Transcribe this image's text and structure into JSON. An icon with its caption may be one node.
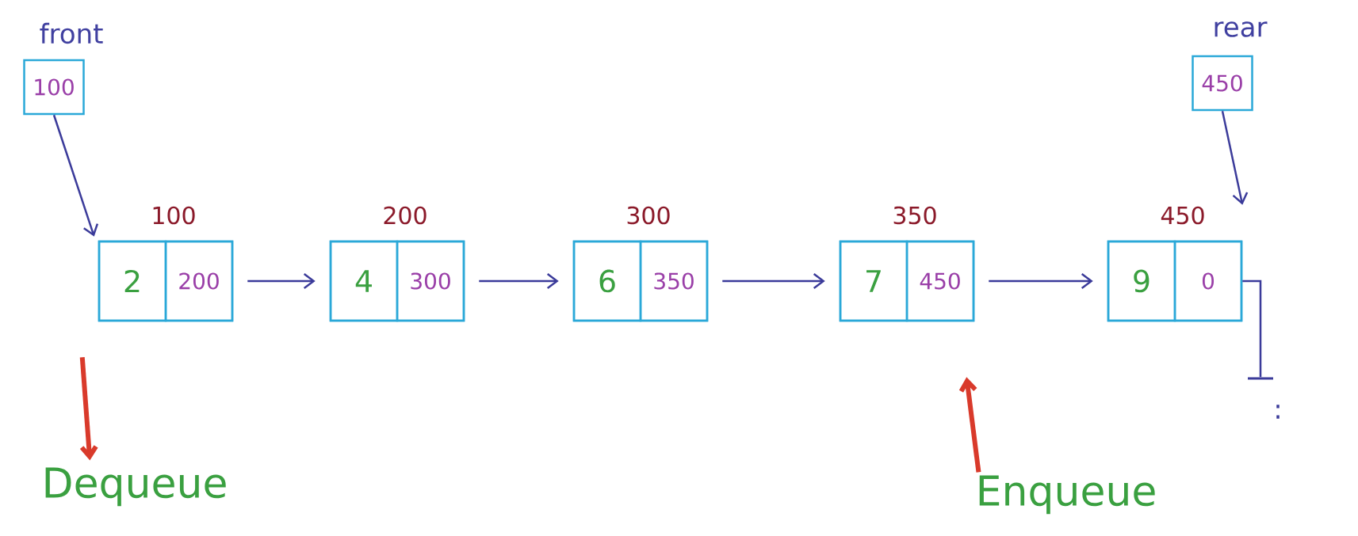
{
  "diagram": {
    "nodes": [
      {
        "text": [
          "front",
          "100"
        ]
      },
      {
        "text": [
          "rear",
          "450"
        ]
      },
      {
        "text": [
          "100"
        ]
      },
      {
        "text": [
          "2"
        ],
        "in": 2
      },
      {
        "text": [
          "200"
        ],
        "in": 2
      },
      {
        "text": [
          "200"
        ]
      },
      {
        "text": [
          "4"
        ],
        "in": 5
      },
      {
        "text": [
          "300"
        ],
        "in": 5
      },
      {
        "text": [
          "300"
        ]
      },
      {
        "text": [
          "6"
        ],
        "in": 8
      },
      {
        "text": [
          "350"
        ],
        "in": 8
      },
      {
        "text": [
          "350"
        ]
      },
      {
        "text": [
          "7"
        ],
        "in": 11
      },
      {
        "text": [
          "450"
        ],
        "in": 11
      },
      {
        "text": [
          "450"
        ]
      },
      {
        "text": [
          "9"
        ],
        "in": 14
      },
      {
        "text": [
          "0"
        ],
        "in": 14
      },
      {
        "text": [
          "Dequeue"
        ]
      },
      {
        "text": [
          "Enqueue"
        ]
      },
      {
        "text": [],
        "shape": "bar"
      }
    ],
    "edges": [
      {
        "from": 0,
        "to": 2,
        "arrow": "to"
      },
      {
        "from": 1,
        "to": 14,
        "arrow": "to"
      },
      {
        "from": 2,
        "to": 5,
        "arrow": "to"
      },
      {
        "from": 5,
        "to": 8,
        "arrow": "to"
      },
      {
        "from": 8,
        "to": 11,
        "arrow": "to"
      },
      {
        "from": 11,
        "to": 14,
        "arrow": "to"
      },
      {
        "from": 2,
        "to": 17,
        "arrow": "to",
        "style": "thick",
        "color": "#d93a2b"
      },
      {
        "from": 18,
        "to": 11,
        "arrow": "to",
        "style": "thick",
        "color": "#d93a2b"
      },
      {
        "from": 16,
        "to": 19,
        "arrow": "none"
      }
    ],
    "labels": [
      ":"
    ]
  }
}
